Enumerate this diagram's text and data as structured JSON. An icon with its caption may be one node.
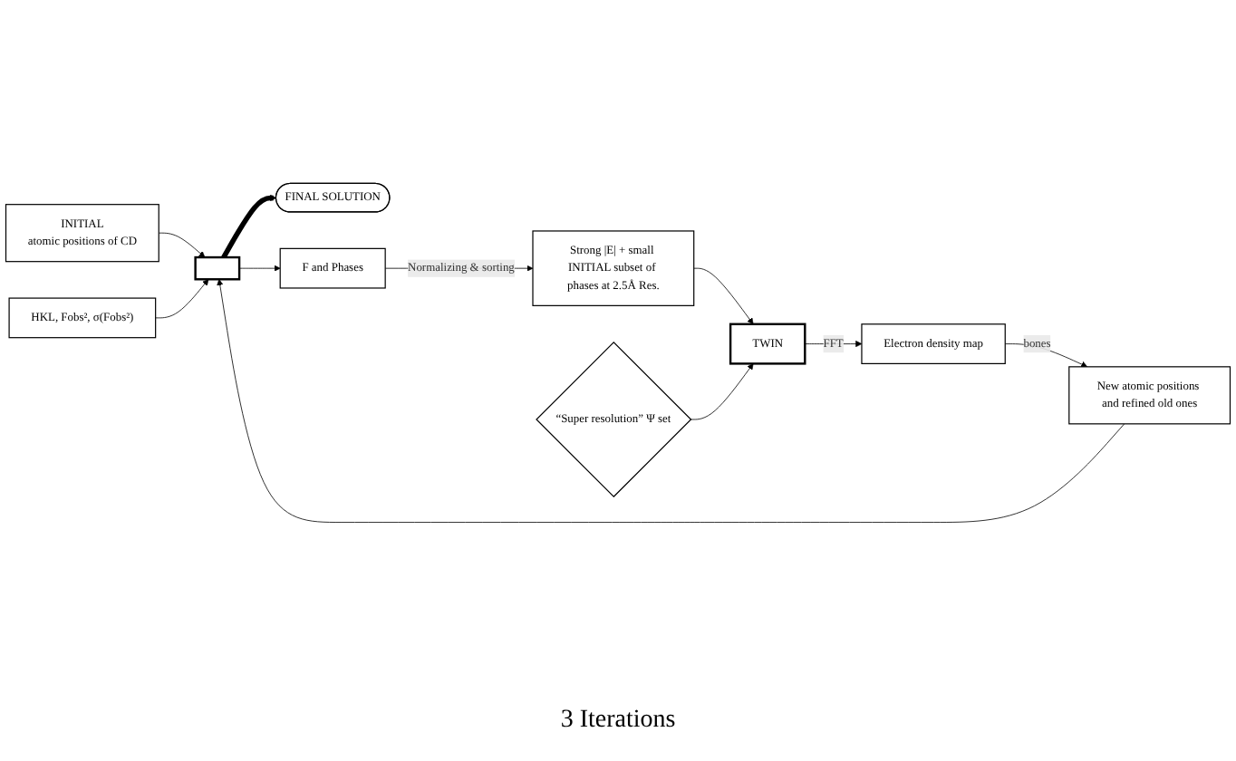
{
  "diagram": {
    "nodes": [
      {
        "text": [
          "INITIAL",
          "atomic positions of CD"
        ]
      },
      {
        "text": [
          "HKL, Fobs², σ(Fobs²)"
        ]
      },
      {
        "text": [
          "New atomic positions and refined old ones"
        ]
      },
      {
        "text": [
          "Electron density map"
        ]
      },
      {
        "text": [],
        "shape": "box"
      },
      {
        "text": [
          "FINAL SOLUTION"
        ]
      },
      {
        "text": [
          "F and Phases"
        ]
      },
      {
        "text": [
          "Strong |E| + small INITIAL subset of phases at 2.5Å Res."
        ]
      },
      {
        "text": [
          "TWIN"
        ]
      },
      {
        "text": [
          "“Super resolution” Ψ set"
        ]
      }
    ],
    "edges": [
      {
        "from": 0,
        "to": 4,
        "arrow": "to"
      },
      {
        "from": 1,
        "to": 4,
        "arrow": "to"
      },
      {
        "from": 2,
        "to": 4,
        "arrow": "to"
      },
      {
        "from": 4,
        "to": 5,
        "arrow": "to",
        "style": "thick"
      },
      {
        "from": 4,
        "to": 6,
        "arrow": "to"
      },
      {
        "from": 6,
        "to": 7,
        "arrow": "to",
        "label": "Normalizing & sorting"
      },
      {
        "from": 7,
        "to": 8,
        "arrow": "to"
      },
      {
        "from": 9,
        "to": 8,
        "arrow": "to"
      },
      {
        "from": 8,
        "to": 3,
        "arrow": "to",
        "label": "FFT"
      },
      {
        "from": 3,
        "to": 2,
        "arrow": "to",
        "label": "bones"
      }
    ],
    "labels": [
      "3 Iterations"
    ]
  }
}
